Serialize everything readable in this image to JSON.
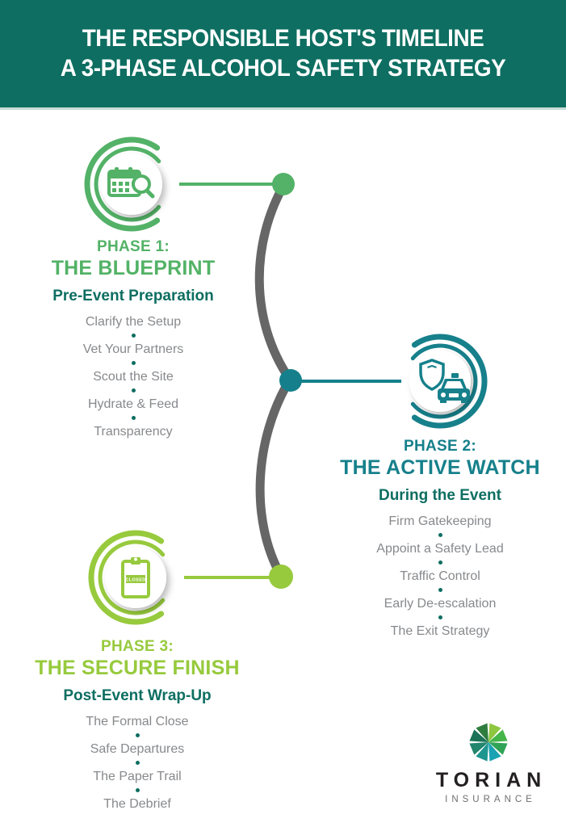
{
  "header": {
    "title_line1": "THE RESPONSIBLE HOST'S TIMELINE",
    "title_line2": "A 3-PHASE ALCOHOL SAFETY STRATEGY",
    "background": "#0d6e61",
    "text_color": "#ffffff"
  },
  "phases": [
    {
      "label": "PHASE 1:",
      "title": "THE BLUEPRINT",
      "subtitle": "Pre-Event Preparation",
      "accent": "#53b267",
      "icon": "calendar-search-icon",
      "items": [
        "Clarify the Setup",
        "Vet Your Partners",
        "Scout the Site",
        "Hydrate & Feed",
        "Transparency"
      ]
    },
    {
      "label": "PHASE 2:",
      "title": "THE ACTIVE WATCH",
      "subtitle": "During the Event",
      "accent": "#16808b",
      "icon": "shield-car-icon",
      "items": [
        "Firm Gatekeeping",
        "Appoint a Safety Lead",
        "Traffic Control",
        "Early De-escalation",
        "The Exit Strategy"
      ]
    },
    {
      "label": "PHASE 3:",
      "title": "THE SECURE FINISH",
      "subtitle": "Post-Event Wrap-Up",
      "accent": "#97ca3d",
      "icon": "clipboard-closed-icon",
      "clipboard_label": "CLOSED",
      "items": [
        "The Formal Close",
        "Safe Departures",
        "The Paper Trail",
        "The Debrief"
      ]
    }
  ],
  "timeline": {
    "curve_color": "#666666",
    "separator_dot_color": "#0d6e61",
    "subtitle_color": "#0d6e61",
    "item_text_color": "#87898c"
  },
  "logo": {
    "name": "TORIAN",
    "tagline": "INSURANCE",
    "name_color": "#232021",
    "tagline_color": "#6d6e71",
    "mark_colors": [
      "#8dc63f",
      "#44b549",
      "#30a356",
      "#1aa2b2",
      "#1d968f",
      "#22856d",
      "#1b7257",
      "#2e7d3e"
    ]
  }
}
